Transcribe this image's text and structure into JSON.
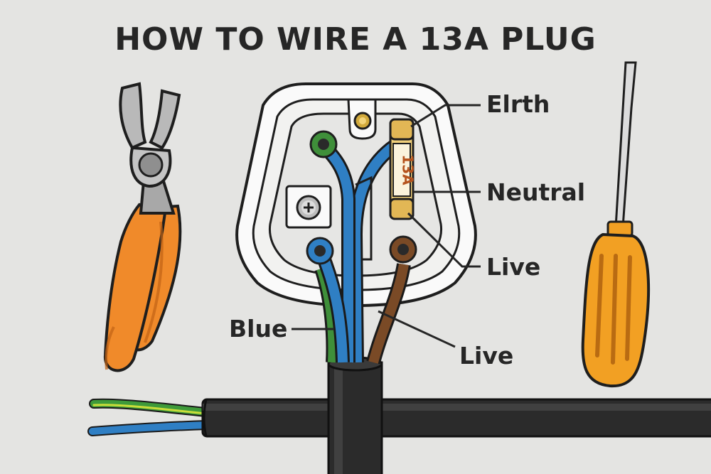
{
  "title": "HOW TO WIRE A 13A PLUG",
  "fuse_rating": "13A",
  "labels": {
    "earth": "Elrth",
    "neutral": "Neutral",
    "live_terminal": "Live",
    "blue": "Blue",
    "live_wire": "Live"
  },
  "colors": {
    "background": "#e4e4e2",
    "earth_wire": "#3f8f3a",
    "neutral_wire": "#2f7fc4",
    "live_wire": "#7a4a26",
    "tool_handle_orange": "#f08a2a",
    "screwdriver_handle": "#f2a023",
    "cable": "#2b2b2b",
    "fuse_body": "#f0cf7a"
  },
  "icons": [
    "pliers-icon",
    "screwdriver-icon",
    "plug-icon",
    "fuse-icon",
    "cable-icon",
    "screw-icon"
  ]
}
